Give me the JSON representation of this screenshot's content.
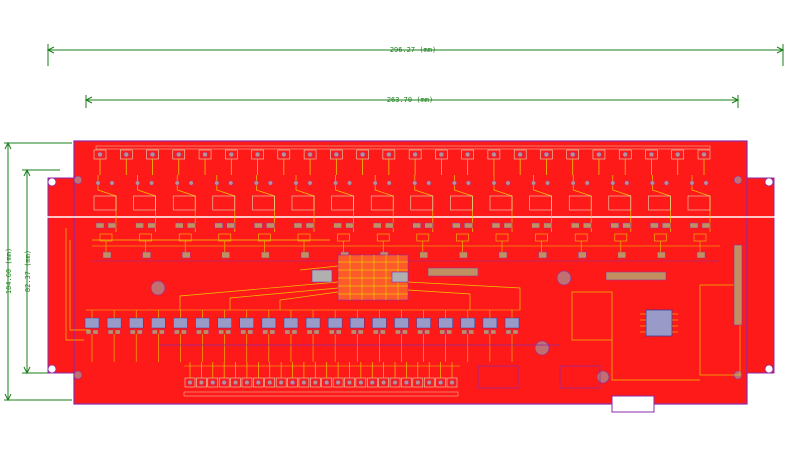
{
  "dimensions": {
    "overall_width": "296.27 (mm)",
    "inner_width": "263.70 (mm)",
    "overall_height": "104.60 (mm)",
    "inner_height": "82.37 (mm)"
  },
  "colors": {
    "background": "#ffffff",
    "board_fill": "#ff1a1a",
    "copper_trace": "#e8c800",
    "silkscreen": "#d9ffd9",
    "dimension_line": "#1a7f1a",
    "board_outline": "#8a2aa8",
    "via_pad": "#b89090"
  },
  "layout_counts": {
    "top_connectors": 24,
    "bottom_connectors": 24,
    "relay_channels": 16,
    "lower_modules": 20
  }
}
